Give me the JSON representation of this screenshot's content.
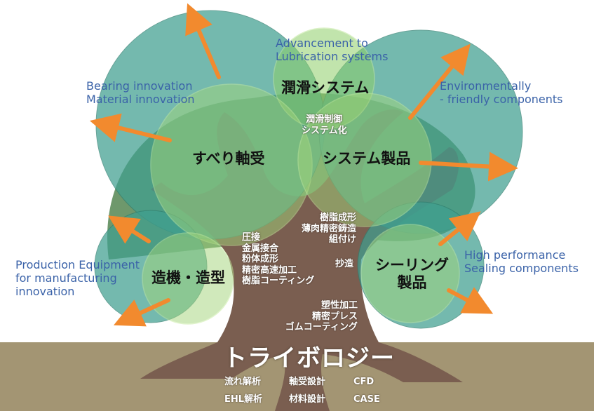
{
  "colors": {
    "ground": "#a39573",
    "trunk": "#7a5e50",
    "canopy_dark": "#5e8d5c",
    "bubble_teal": "#3f9f8f",
    "bubble_light": "#9ed06f",
    "arrow": "#f28a2e",
    "label_blue": "#3a62a8"
  },
  "outer_labels": {
    "lubrication": "Advancement to\nLubrication systems",
    "bearing": "Bearing innovation\nMaterial  innovation",
    "environment": "Environmentally\n- friendly  components",
    "production": "Production Equipment\nfor manufacturing\ninnovation",
    "sealing": "High performance\nSealing components"
  },
  "branches": {
    "lubrication_system": "潤滑システム",
    "plain_bearing": "すべり軸受",
    "system_products": "システム製品",
    "machine_molding": "造機・造型",
    "sealing_products": "シーリング\n製品"
  },
  "techniques": {
    "lub_control": "潤滑制御\nシステム化",
    "resin_casting": "樹脂成形\n薄肉精密鋳造\n組付け",
    "metal_processes": "圧接\n金属接合\n粉体成形\n精密高速加工\n樹脂コーティング",
    "papermaking": "抄造",
    "plastic_processing": "塑性加工\n精密プレス\nゴムコーティング"
  },
  "root": {
    "title": "トライボロジー",
    "items": [
      "流れ解析",
      "軸受設計",
      "CFD",
      "EHL解析",
      "材料設計",
      "CASE"
    ]
  }
}
